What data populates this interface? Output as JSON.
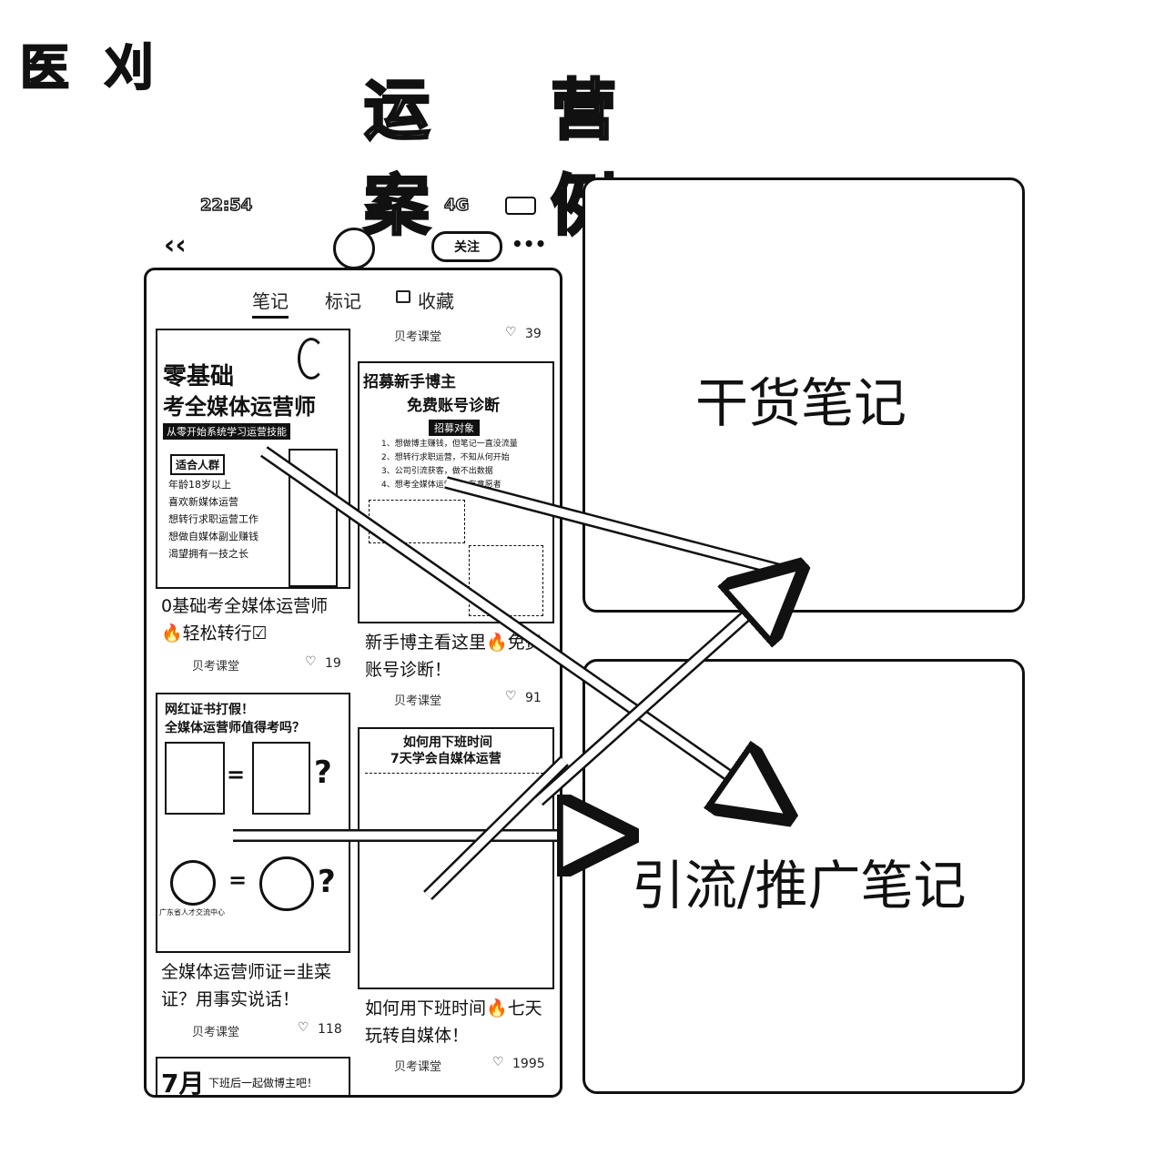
{
  "logo_text": "医 刈",
  "title": "运 营 案 例",
  "phone": {
    "status_time": "22:54",
    "status_icons": "4G",
    "back_icon": "chevron-left-icon",
    "follow_button": "关注",
    "more_icon": "more-horizontal-icon",
    "tabs": [
      {
        "label": "笔记",
        "active": true
      },
      {
        "label": "标记",
        "active": false
      },
      {
        "label": "收藏",
        "active": false,
        "icon": "lock-icon"
      }
    ],
    "top_right_meta": {
      "author": "贝考课堂",
      "likes": "39"
    },
    "posts": [
      {
        "poster_title_1": "零基础",
        "poster_title_2": "考全媒体运营师",
        "poster_subtitle": "从零开始系统学习运营技能",
        "poster_section": "适合人群",
        "poster_points": [
          "年龄18岁以上",
          "喜欢新媒体运营",
          "想转行求职运营工作",
          "想做自媒体副业赚钱",
          "渴望拥有一技之长"
        ],
        "title": "0基础考全媒体运营师🔥轻松转行☑",
        "author": "贝考课堂",
        "likes": "19"
      },
      {
        "poster_title_1": "招募新手博主",
        "poster_title_2": "免费账号诊断",
        "poster_section": "招募对象",
        "poster_points": [
          "1、想做博主赚钱，但笔记一直没流量",
          "2、想转行求职运营，不知从何开始",
          "3、公司引流获客，做不出数据",
          "4、想考全媒体运营师，有意愿者"
        ],
        "title": "新手博主看这里🔥免费账号诊断！",
        "author": "贝考课堂",
        "likes": "91"
      },
      {
        "poster_title_1": "网红证书打假！",
        "poster_title_2": "全媒体运营师值得考吗？",
        "poster_caption": "广东省人才交流中心",
        "title": "全媒体运营师证=韭菜证？用事实说话！",
        "author": "贝考课堂",
        "likes": "118"
      },
      {
        "poster_title_1": "如何用下班时间",
        "poster_title_2": "7天学会自媒体运营",
        "title": "如何用下班时间🔥七天玩转自媒体！",
        "author": "贝考课堂",
        "likes": "1995"
      },
      {
        "poster_title_1": "7月",
        "poster_title_2": "下班后一起做博主吧！"
      }
    ]
  },
  "boxes": {
    "top_label": "干货笔记",
    "bottom_label": "引流/推广笔记"
  }
}
